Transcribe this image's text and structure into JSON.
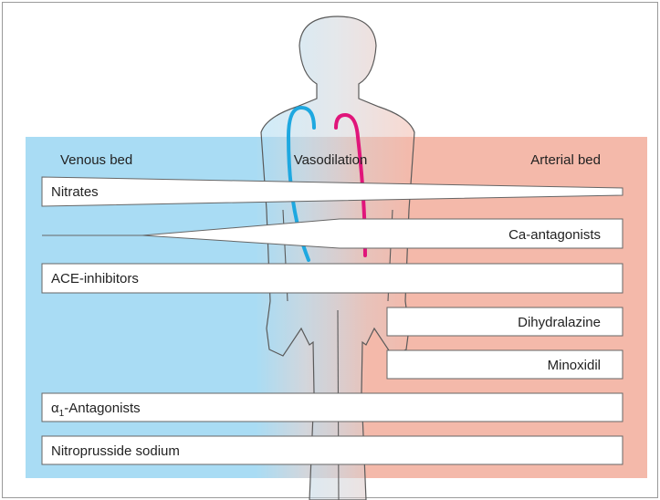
{
  "diagram": {
    "header_left": "Venous bed",
    "header_center": "Vasodilation",
    "header_right": "Arterial bed",
    "colors": {
      "venous": "#a9dcf4",
      "arterial": "#f4b9aa",
      "vein_line": "#1ea8e0",
      "artery_line": "#e0157a",
      "outline": "#555555"
    },
    "drugs": {
      "nitrates": "Nitrates",
      "ca_antagonists": "Ca-antagonists",
      "ace_inhibitors": "ACE-inhibitors",
      "dihydralazine": "Dihydralazine",
      "minoxidil": "Minoxidil",
      "alpha1_symbol": "α",
      "alpha1_sub": "1",
      "alpha1_rest": "-Antagonists",
      "nitroprusside": "Nitroprusside sodium"
    }
  }
}
